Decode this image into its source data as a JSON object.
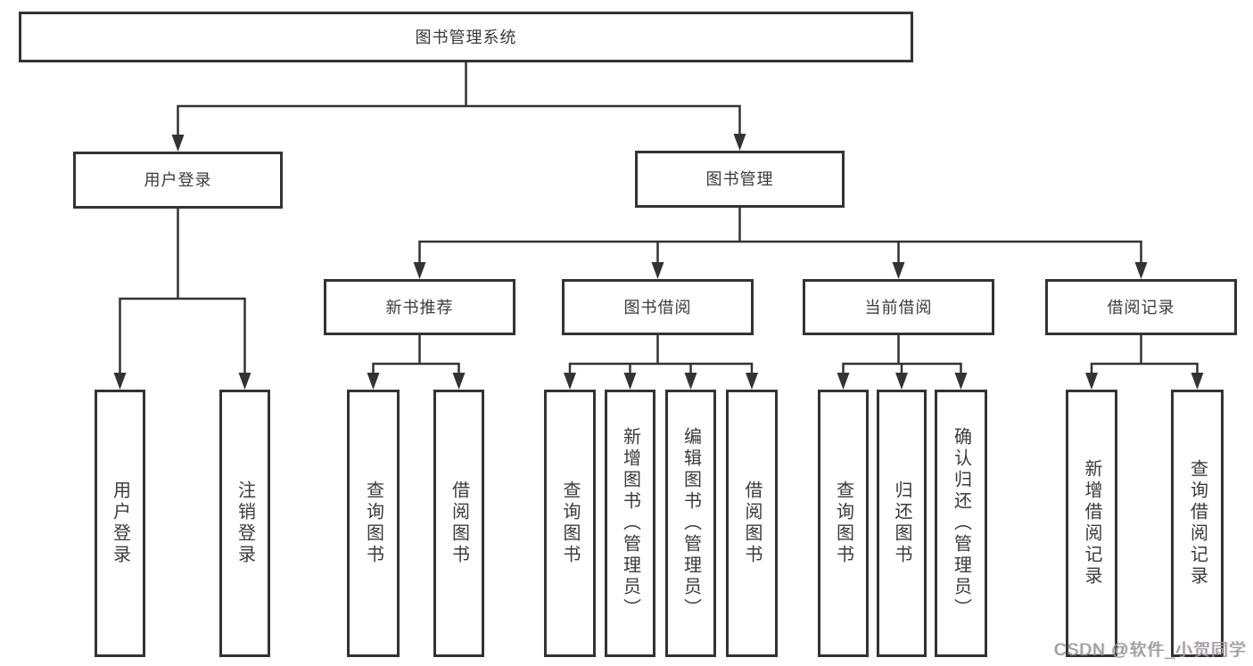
{
  "diagram": {
    "type": "tree",
    "title": "图书管理系统",
    "nodes": {
      "root": "图书管理系统",
      "user_login": "用户登录",
      "book_mgmt": "图书管理",
      "new_book_rec": "新书推荐",
      "book_borrow": "图书借阅",
      "current_borrow": "当前借阅",
      "borrow_records": "借阅记录",
      "leaf_user_login": "用户登录",
      "leaf_logout": "注销登录",
      "rec_query_books": "查询图书",
      "rec_borrow_books": "借阅图书",
      "bb_query_books": "查询图书",
      "bb_add_books": "新增图书（管理员）",
      "bb_edit_books": "编辑图书（管理员）",
      "bb_borrow_books": "借阅图书",
      "cb_query_books": "查询图书",
      "cb_return_books": "归还图书",
      "cb_confirm_return": "确认归还（管理员）",
      "br_add_record": "新增借阅记录",
      "br_query_record": "查询借阅记录"
    },
    "hierarchy": [
      {
        "parent": "root",
        "children": [
          "user_login",
          "book_mgmt"
        ]
      },
      {
        "parent": "user_login",
        "children": [
          "leaf_user_login",
          "leaf_logout"
        ]
      },
      {
        "parent": "book_mgmt",
        "children": [
          "new_book_rec",
          "book_borrow",
          "current_borrow",
          "borrow_records"
        ]
      },
      {
        "parent": "new_book_rec",
        "children": [
          "rec_query_books",
          "rec_borrow_books"
        ]
      },
      {
        "parent": "book_borrow",
        "children": [
          "bb_query_books",
          "bb_add_books",
          "bb_edit_books",
          "bb_borrow_books"
        ]
      },
      {
        "parent": "current_borrow",
        "children": [
          "cb_query_books",
          "cb_return_books",
          "cb_confirm_return"
        ]
      },
      {
        "parent": "borrow_records",
        "children": [
          "br_add_record",
          "br_query_record"
        ]
      }
    ]
  },
  "watermark": "CSDN @软件_小贺同学",
  "colors": {
    "line": "#333333",
    "box_border": "#333333",
    "text": "#3a3a3a",
    "watermark": "#9c9c9c",
    "background": "#ffffff"
  }
}
